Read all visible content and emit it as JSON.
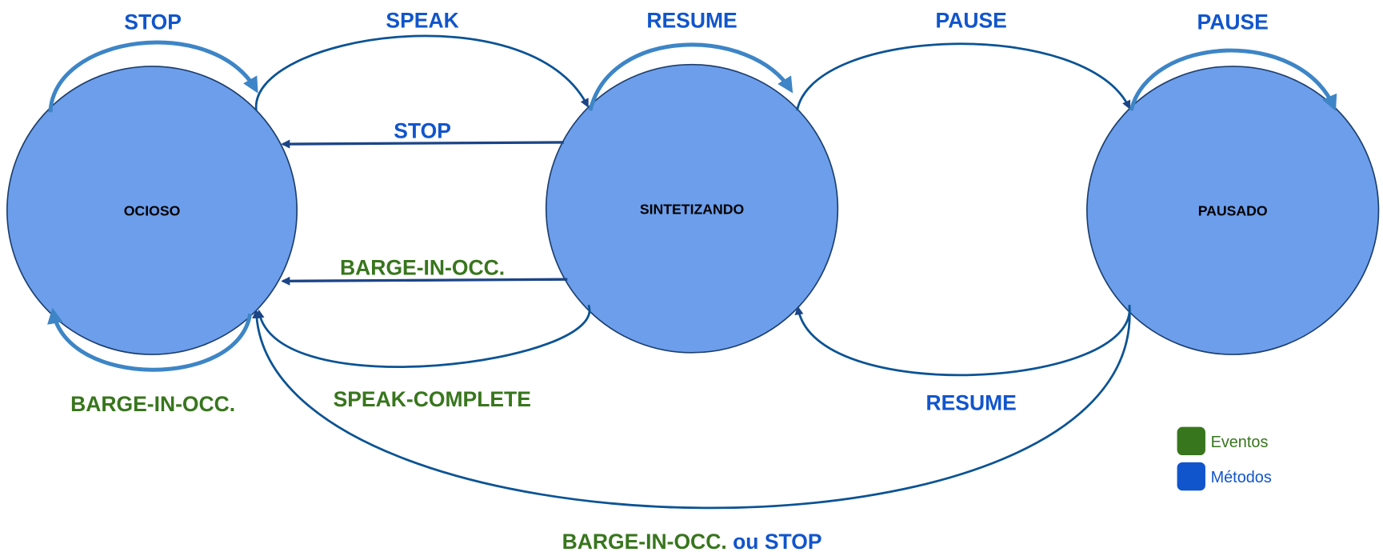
{
  "states": [
    {
      "id": "ocioso",
      "label": "OCIOSO"
    },
    {
      "id": "sintetizando",
      "label": "SINTETIZANDO"
    },
    {
      "id": "pausado",
      "label": "PAUSADO"
    }
  ],
  "transitions": {
    "ocioso_self_top": "STOP",
    "ocioso_to_sint": "SPEAK",
    "sint_to_ocioso_stop": "STOP",
    "sint_to_ocioso_barge": "BARGE-IN-OCC.",
    "ocioso_self_bottom": "BARGE-IN-OCC.",
    "sint_to_ocioso_complete": "SPEAK-COMPLETE",
    "sint_self": "RESUME",
    "sint_to_paus": "PAUSE",
    "paus_self": "PAUSE",
    "paus_to_sint": "RESUME",
    "paus_to_ocioso_event": "BARGE-IN-OCC.",
    "paus_to_ocioso_join": "ou",
    "paus_to_ocioso_method": "STOP"
  },
  "legend": [
    {
      "label": "Eventos",
      "color": "#38761d"
    },
    {
      "label": "Métodos",
      "color": "#1155cc"
    }
  ],
  "colors": {
    "state_fill": "#6d9eeb",
    "event": "#38761d",
    "method": "#1155cc"
  }
}
